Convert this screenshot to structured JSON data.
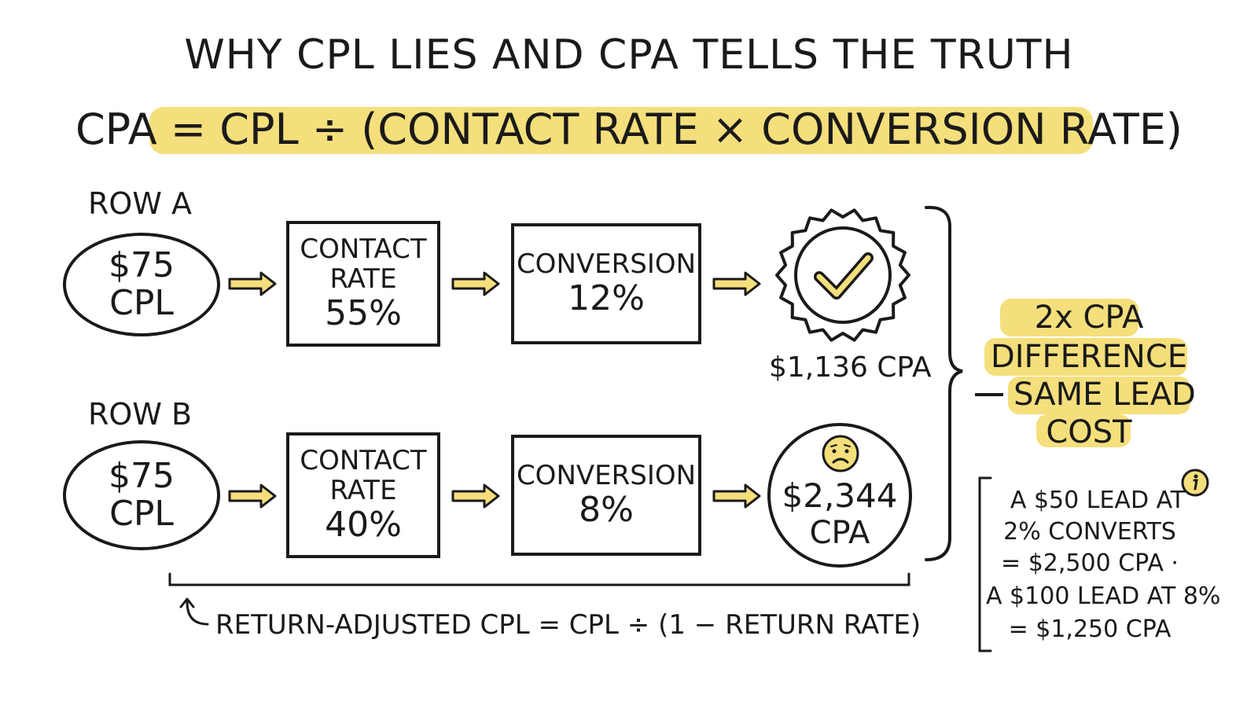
{
  "title": "WHY CPL LIES AND CPA TELLS THE TRUTH",
  "formula": "CPA = CPL ÷ (CONTACT RATE × CONVERSION RATE)",
  "rows": [
    {
      "label": "ROW A",
      "cpl_value": "$75",
      "cpl_unit": "CPL",
      "contact_label_1": "CONTACT",
      "contact_label_2": "RATE",
      "contact_value": "55%",
      "conversion_label": "CONVERSION",
      "conversion_value": "12%",
      "result_value": "$1,136 CPA",
      "result_icon": "check-badge-icon"
    },
    {
      "label": "ROW B",
      "cpl_value": "$75",
      "cpl_unit": "CPL",
      "contact_label_1": "CONTACT",
      "contact_label_2": "RATE",
      "contact_value": "40%",
      "conversion_label": "CONVERSION",
      "conversion_value": "8%",
      "result_value_1": "$2,344",
      "result_value_2": "CPA",
      "result_icon": "sad-face-icon"
    }
  ],
  "difference": {
    "line_1": "2x CPA",
    "line_2": "DIFFERENCE",
    "line_3": "SAME LEAD",
    "line_4": "COST"
  },
  "note": {
    "icon": "info-icon",
    "line_1": "A $50 LEAD AT",
    "line_2": "2% CONVERTS",
    "line_3": "= $2,500 CPA ·",
    "line_4": "A $100 LEAD AT 8%",
    "line_5": "= $1,250 CPA"
  },
  "footer_formula": "RETURN-ADJUSTED CPL = CPL ÷ (1 − RETURN RATE)",
  "colors": {
    "highlight": "#f5df7c",
    "ink": "#1a1a1a",
    "arrow_fill": "#f5df7c"
  }
}
